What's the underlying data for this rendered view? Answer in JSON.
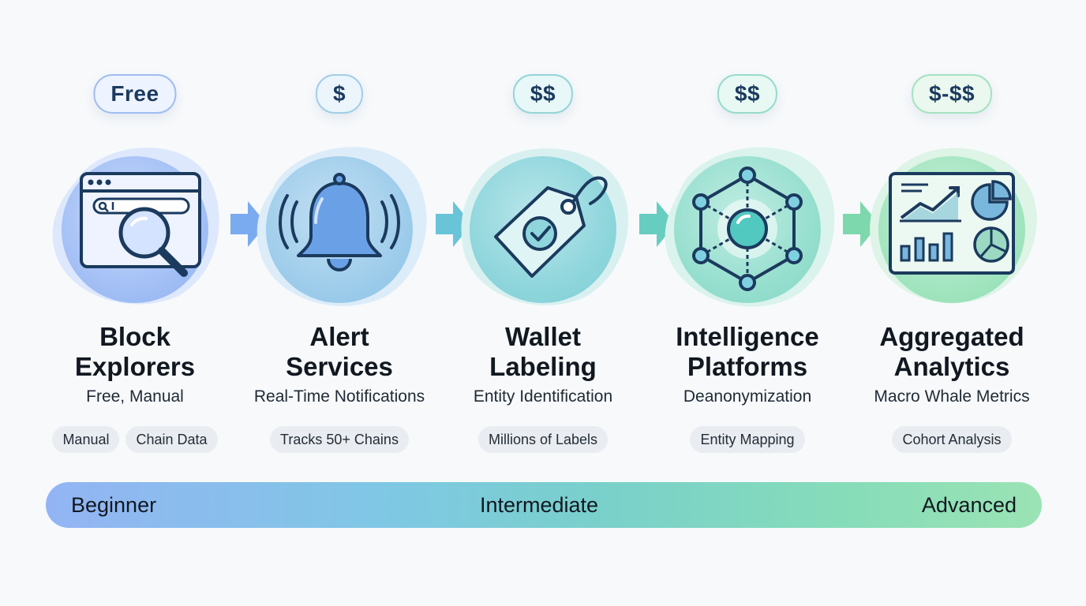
{
  "stages": [
    {
      "price": "Free",
      "title_line1": "Block",
      "title_line2": "Explorers",
      "subtitle": "Free, Manual",
      "tags": [
        "Manual",
        "Chain Data"
      ],
      "icon": "browser-search-icon",
      "color": "#6f98ec"
    },
    {
      "price": "$",
      "title_line1": "Alert",
      "title_line2": "Services",
      "subtitle": "Real-Time Notifications",
      "tags": [
        "Tracks 50+ Chains"
      ],
      "icon": "bell-icon",
      "color": "#6aa7e6"
    },
    {
      "price": "$$",
      "title_line1": "Wallet",
      "title_line2": "Labeling",
      "subtitle": "Entity Identification",
      "tags": [
        "Millions of Labels"
      ],
      "icon": "tag-icon",
      "color": "#5dc2d3"
    },
    {
      "price": "$$",
      "title_line1": "Intelligence",
      "title_line2": "Platforms",
      "subtitle": "Deanonymization",
      "tags": [
        "Entity Mapping"
      ],
      "icon": "network-icon",
      "color": "#5ccfc0"
    },
    {
      "price": "$-$$",
      "title_line1": "Aggregated",
      "title_line2": "Analytics",
      "subtitle": "Macro Whale Metrics",
      "tags": [
        "Cohort Analysis"
      ],
      "icon": "dashboard-icon",
      "color": "#79d7a5"
    }
  ],
  "levels": {
    "start": "Beginner",
    "middle": "Intermediate",
    "end": "Advanced"
  },
  "colors": {
    "ink": "#1b3a5e",
    "background": "#f7f9fb",
    "bar_start": "#93b4f4",
    "bar_end": "#9be3b4"
  }
}
